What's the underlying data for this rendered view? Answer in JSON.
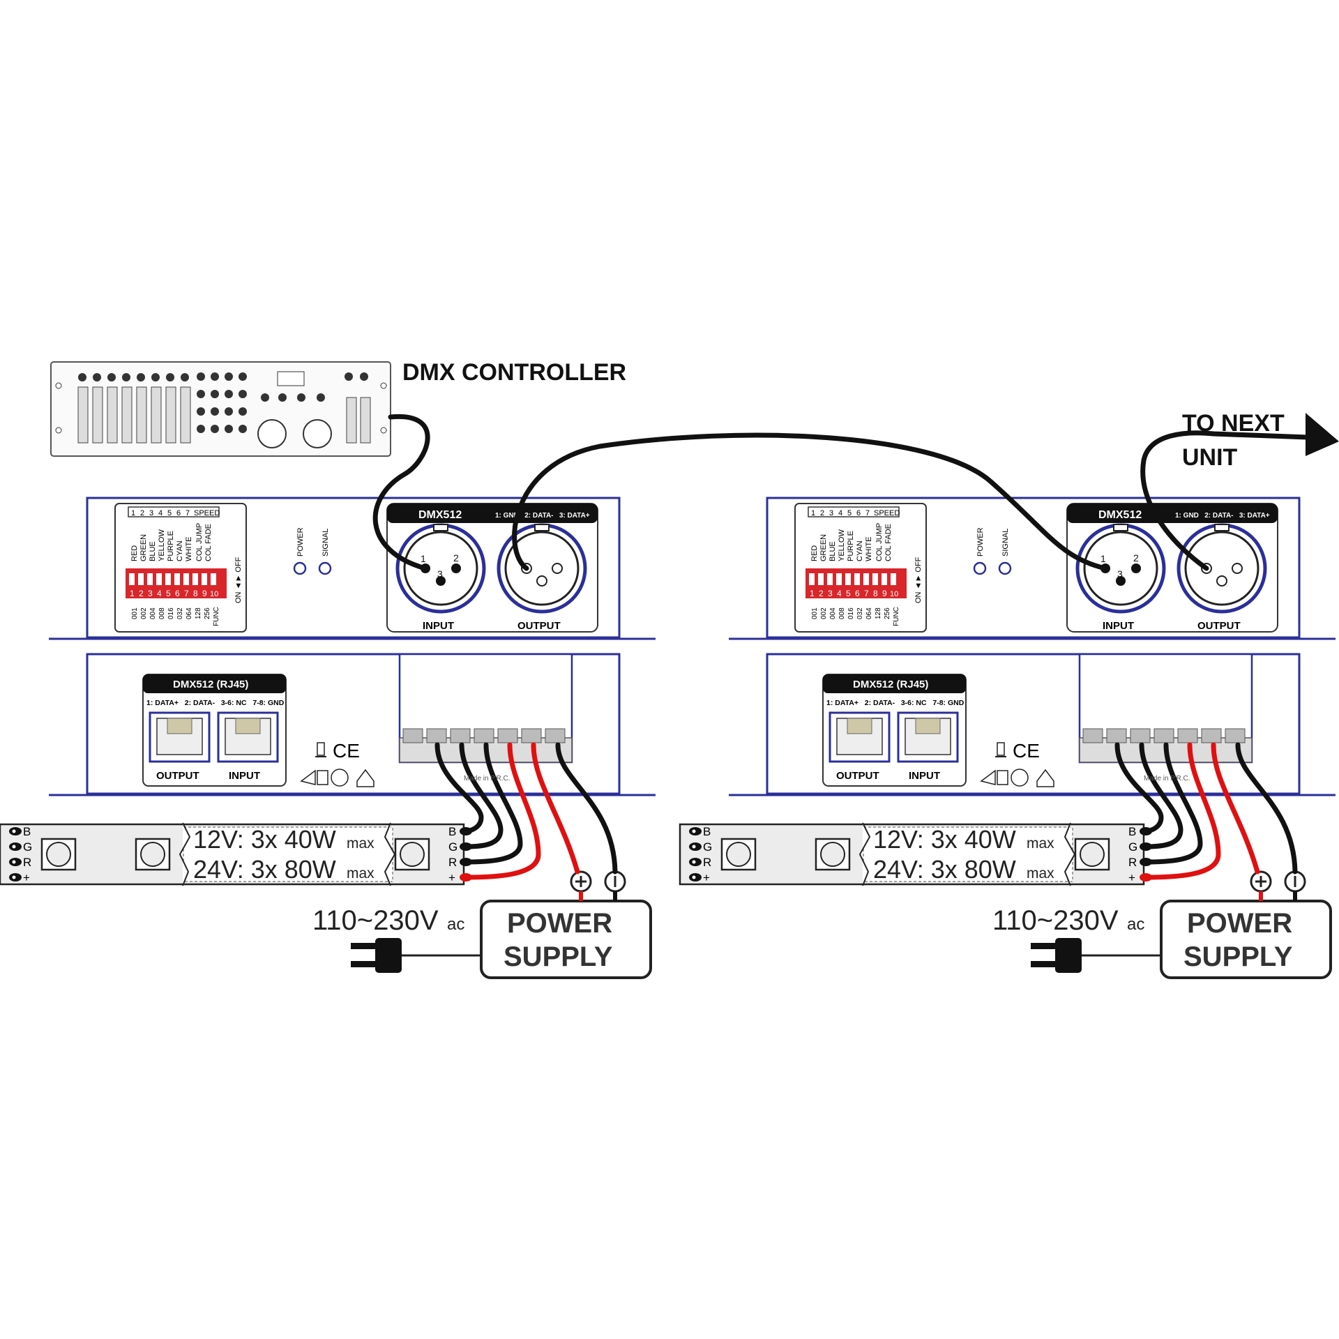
{
  "controller": {
    "title": "DMX CONTROLLER"
  },
  "next_unit": {
    "line1": "TO NEXT",
    "line2": "UNIT"
  },
  "unit": {
    "dip_top": [
      "1",
      "2",
      "3",
      "4",
      "5",
      "6",
      "7"
    ],
    "dip_speed": "SPEED",
    "dip_colors": [
      "RED",
      "GREEN",
      "BLUE",
      "YELLOW",
      "PURPLE",
      "CYAN",
      "WHITE"
    ],
    "dip_modes": [
      "COL JUMP",
      "COL FADE"
    ],
    "dip_on_off": "ON ◄► OFF",
    "dip_numbers": [
      "1",
      "2",
      "3",
      "4",
      "5",
      "6",
      "7",
      "8",
      "9",
      "10"
    ],
    "dip_values": [
      "001",
      "002",
      "004",
      "008",
      "016",
      "032",
      "064",
      "128",
      "256",
      "FUNC"
    ],
    "power_label": "POWER",
    "signal_label": "SIGNAL",
    "xlr_title": "DMX512",
    "xlr_pins": "1: GND   2: DATA-   3: DATA+",
    "xlr_input": "INPUT",
    "xlr_output": "OUTPUT",
    "pin1": "1",
    "pin2": "2",
    "pin3": "3",
    "rj_title": "DMX512 (RJ45)",
    "rj_pins": "1: DATA+   2: DATA-   3-6: NC   7-8: GND",
    "rj_output": "OUTPUT",
    "rj_input": "INPUT",
    "ce": "CE",
    "made_in": "Made in P.R.C."
  },
  "strip": {
    "pins": [
      "B",
      "G",
      "R",
      "+"
    ],
    "spec_12v": "12V: 3x 40W",
    "spec_24v": "24V: 3x 80W",
    "max": "max"
  },
  "power": {
    "input_main": "110~230V",
    "input_sub": "ac",
    "box_line1": "POWER",
    "box_line2": "SUPPLY",
    "plus": "+",
    "minus": "−"
  },
  "colors": {
    "panel_stroke": "#2b2f99",
    "wire_black": "#111111",
    "wire_red": "#e01010",
    "dip_red": "#d9262b",
    "strip_fill": "#ececec"
  }
}
